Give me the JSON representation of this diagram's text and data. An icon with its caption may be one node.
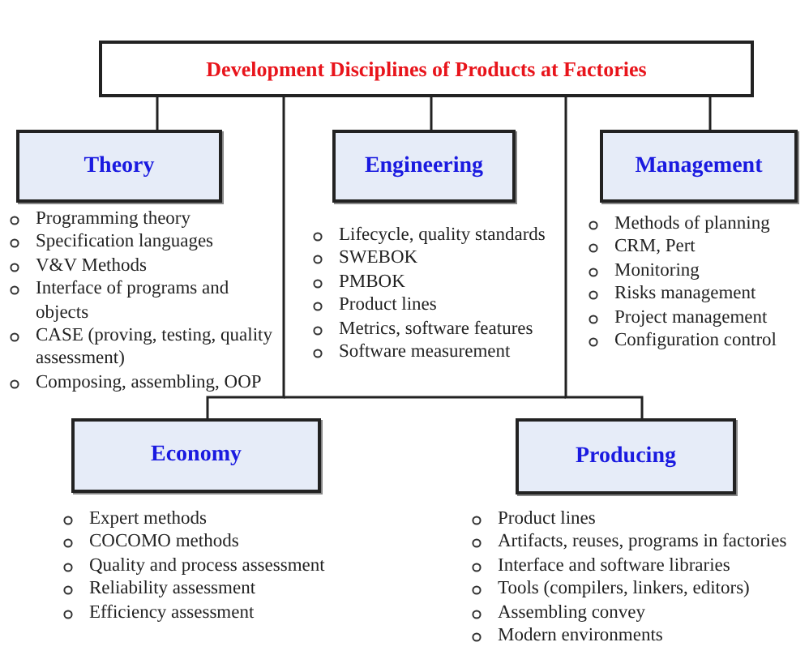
{
  "diagram": {
    "nodes": [
      {
        "text": [
          "Development Disciplines  of Products at Factories"
        ]
      },
      {
        "text": [
          "Theory"
        ],
        "beside": [
          "Programming theory",
          "Specification languages",
          "V&V Methods",
          "Interface of programs and objects",
          "CASE (proving, testing, quality assessment)",
          "Composing, assembling, OOP"
        ]
      },
      {
        "text": [
          "Engineering"
        ],
        "beside": [
          "Lifecycle, quality standards",
          "SWEBOK",
          "PMBOK",
          "Product lines",
          "Metrics, software features",
          "Software measurement"
        ]
      },
      {
        "text": [
          "Management"
        ],
        "beside": [
          "Methods of planning",
          "CRM, Pert",
          "Monitoring",
          "Risks management",
          "Project management",
          "Configuration control"
        ]
      },
      {
        "text": [
          "Economy"
        ],
        "beside": [
          "Expert methods",
          "COCOMO methods",
          "Quality and process assessment",
          "Reliability assessment",
          "Efficiency assessment"
        ]
      },
      {
        "text": [
          "Producing"
        ],
        "beside": [
          "Product lines",
          "Artifacts, reuses, programs in factories",
          "Interface and software libraries",
          "Tools (compilers, linkers, editors)",
          "Assembling convey",
          "Modern environments"
        ]
      }
    ],
    "edges": [
      {
        "from": 0,
        "to": 1,
        "arrow": "none"
      },
      {
        "from": 0,
        "to": 2,
        "arrow": "none"
      },
      {
        "from": 0,
        "to": 3,
        "arrow": "none"
      },
      {
        "from": 0,
        "to": 4,
        "arrow": "none"
      },
      {
        "from": 0,
        "to": 5,
        "arrow": "none"
      }
    ]
  }
}
